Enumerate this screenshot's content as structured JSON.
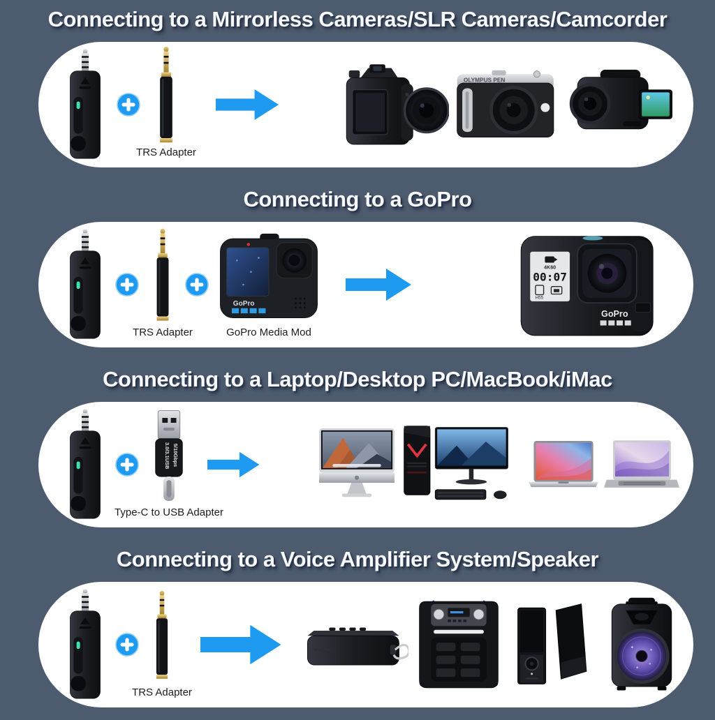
{
  "page": {
    "colors": {
      "background": "#4d5b6e",
      "pill": "#ffffff",
      "accent": "#1e9bf0",
      "heading_text": "#f7f9fc",
      "heading_shadow": "#26334a",
      "label_text": "#1c1c1e",
      "led_green": "#3fe0b0"
    }
  },
  "sections": [
    {
      "title": "Connecting to a Mirrorless Cameras/SLR Cameras/Camcorder"
    },
    {
      "title": "Connecting to a GoPro"
    },
    {
      "title": "Connecting to a Laptop/Desktop PC/MacBook/iMac"
    },
    {
      "title": "Connecting to a Voice Amplifier System/Speaker"
    }
  ],
  "labels": {
    "trs_adapter": "TRS Adapter",
    "gopro_media_mod": "GoPro Media Mod",
    "typec_usb_adapter": "Type-C to USB Adapter"
  },
  "device_text": {
    "olympus": "OLYMPUS PEN",
    "gopro_logo": "GoPro",
    "gopro_time": "00:07",
    "gopro_res": "4K60",
    "gopro_sd": "H55",
    "usb_line1": "3.0/3.1USB",
    "usb_line2": "5/10Gbps"
  }
}
